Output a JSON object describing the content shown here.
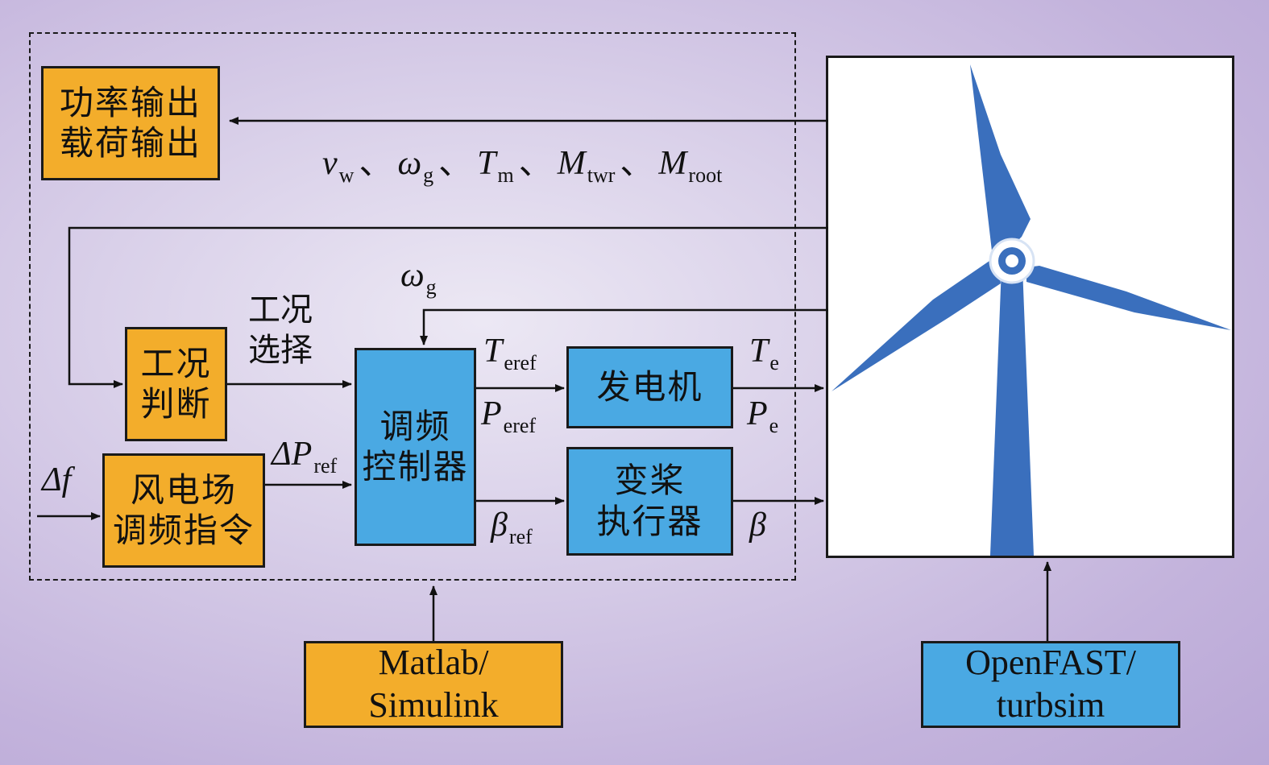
{
  "blocks": {
    "output": [
      "功率输出",
      "载荷输出"
    ],
    "condition_judge": [
      "工况",
      "判断"
    ],
    "farm_command": [
      "风电场",
      "调频指令"
    ],
    "controller": [
      "调频",
      "控制器"
    ],
    "generator": [
      "发电机"
    ],
    "pitch_actuator": [
      "变桨",
      "执行器"
    ],
    "matlab": [
      "Matlab/",
      "Simulink"
    ],
    "openfast": [
      "OpenFAST/",
      "turbsim"
    ]
  },
  "labels": {
    "condition_select": [
      "工况",
      "选择"
    ],
    "feedback": [
      {
        "sym": "v",
        "sub": "w"
      },
      {
        "sym": "ω",
        "sub": "g"
      },
      {
        "sym": "T",
        "sub": "m"
      },
      {
        "sym": "M",
        "sub": "twr"
      },
      {
        "sym": "M",
        "sub": "root"
      }
    ],
    "feedback_separator": "、",
    "omega_g": {
      "sym": "ω",
      "sub": "g"
    },
    "t_eref": {
      "sym": "T",
      "sub": "eref"
    },
    "p_eref": {
      "sym": "P",
      "sub": "eref"
    },
    "t_e": {
      "sym": "T",
      "sub": "e"
    },
    "p_e": {
      "sym": "P",
      "sub": "e"
    },
    "beta_ref": {
      "sym": "β",
      "sub": "ref"
    },
    "beta": {
      "sym": "β"
    },
    "delta_p_ref": {
      "sym": "ΔP",
      "sub": "ref"
    },
    "delta_f": {
      "sym": "Δf"
    }
  },
  "colors": {
    "orange_block": "#f3ad2b",
    "blue_block": "#4aa9e3",
    "turbine_blade": "#3a6fbd",
    "background": "#c3b3dc"
  }
}
